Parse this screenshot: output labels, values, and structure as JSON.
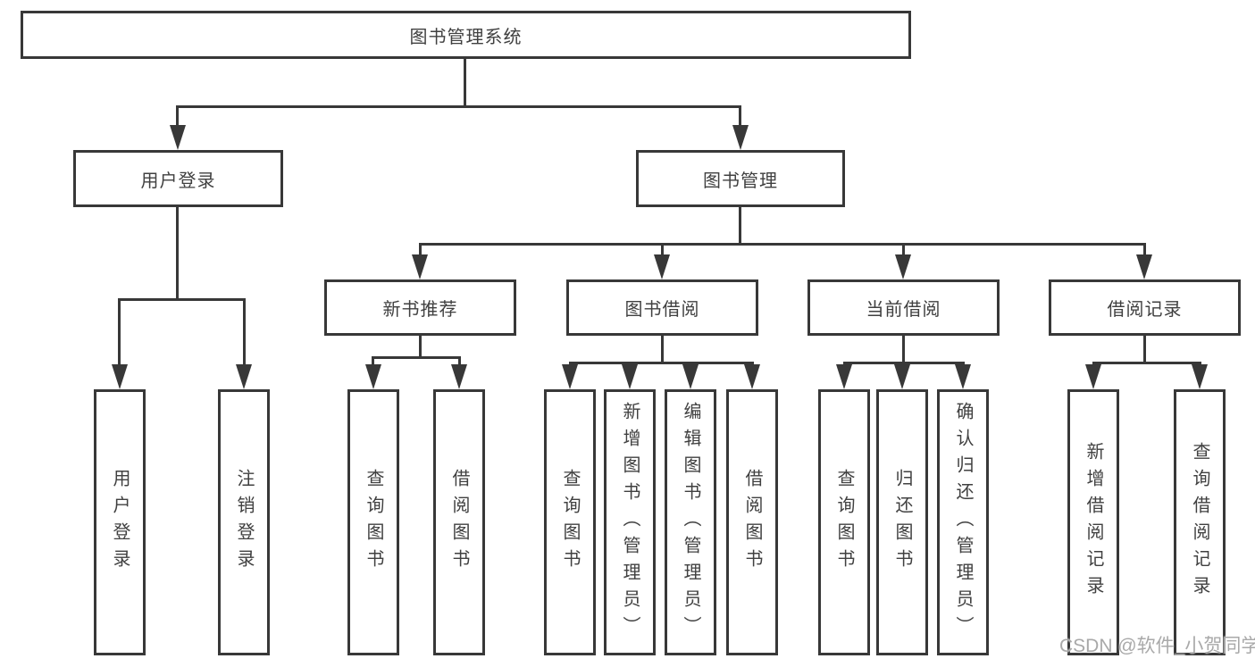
{
  "title": "图书管理系统",
  "colors": {
    "line": "#383838",
    "text": "#404040",
    "watermark": "#a9a9a9",
    "background": "#ffffff"
  },
  "watermark": {
    "text": "CSDN @软件_小贺同学"
  },
  "tree": {
    "label": "图书管理系统",
    "children": [
      {
        "label": "用户登录",
        "children": [
          {
            "label": "用户登录"
          },
          {
            "label": "注销登录"
          }
        ]
      },
      {
        "label": "图书管理",
        "children": [
          {
            "label": "新书推荐",
            "children": [
              {
                "label": "查询图书"
              },
              {
                "label": "借阅图书"
              }
            ]
          },
          {
            "label": "图书借阅",
            "children": [
              {
                "label": "查询图书"
              },
              {
                "label": "新增图书（管理员）"
              },
              {
                "label": "编辑图书（管理员）"
              },
              {
                "label": "借阅图书"
              }
            ]
          },
          {
            "label": "当前借阅",
            "children": [
              {
                "label": "查询图书"
              },
              {
                "label": "归还图书"
              },
              {
                "label": "确认归还（管理员）"
              }
            ]
          },
          {
            "label": "借阅记录",
            "children": [
              {
                "label": "新增借阅记录"
              },
              {
                "label": "查询借阅记录"
              }
            ]
          }
        ]
      }
    ]
  }
}
